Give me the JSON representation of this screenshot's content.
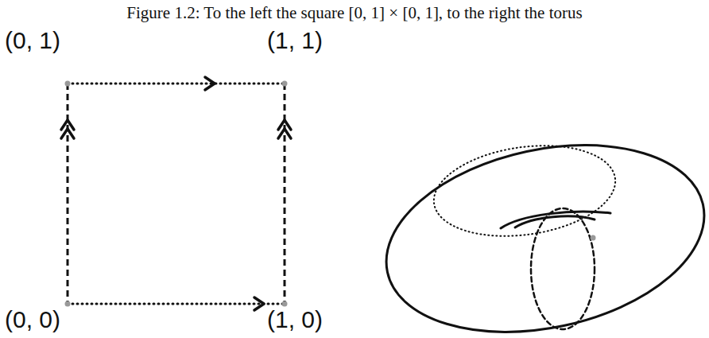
{
  "diagram": {
    "caption": "Figure 1.2: To the left the square [0, 1] × [0, 1], to the right the torus",
    "labels": [
      "(0, 1)",
      "(1, 1)",
      "(0, 0)",
      "(1, 0)"
    ]
  }
}
